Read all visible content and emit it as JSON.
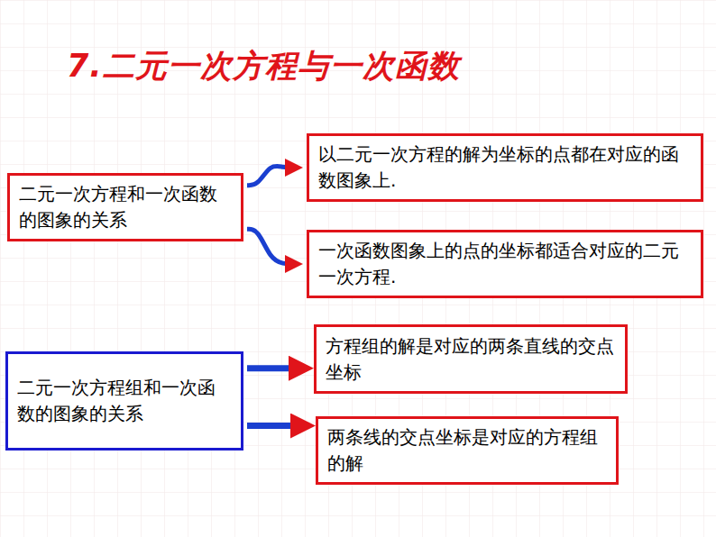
{
  "diagram": {
    "title": "7.二元一次方程与一次函数",
    "nodes": [
      {
        "text": [
          "二元一次方程和一次函数的图象的关系"
        ]
      },
      {
        "text": [
          "以二元一次方程的解为坐标的点都在对应的函数图象上."
        ]
      },
      {
        "text": [
          "一次函数图象上的点的坐标都适合对应的二元一次方程."
        ]
      },
      {
        "text": [
          "二元一次方程组和一次函数的图象的关系"
        ]
      },
      {
        "text": [
          "方程组的解是对应的两条直线的交点坐标"
        ]
      },
      {
        "text": [
          "两条线的交点坐标是对应的方程组的解"
        ]
      }
    ],
    "edges": [
      {
        "from": 0,
        "to": 1,
        "arrow": "to"
      },
      {
        "from": 0,
        "to": 2,
        "arrow": "to"
      },
      {
        "from": 3,
        "to": 4,
        "arrow": "to"
      },
      {
        "from": 3,
        "to": 5,
        "arrow": "to"
      }
    ]
  }
}
